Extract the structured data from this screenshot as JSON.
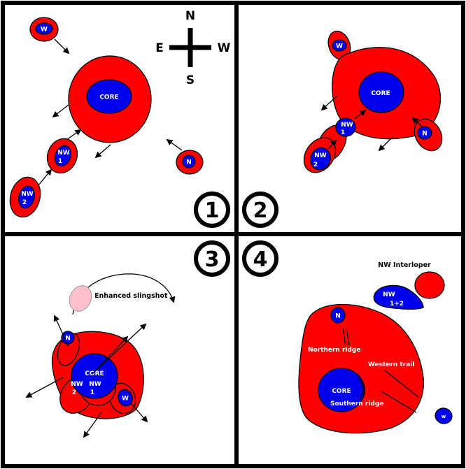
{
  "compass": {
    "north": "N",
    "south": "S",
    "east": "E",
    "west": "W"
  },
  "panels": [
    {
      "number": "1",
      "labels": {
        "core": "CORE",
        "w": "W",
        "n": "N",
        "nw1_line1": "NW",
        "nw1_line2": "1",
        "nw2_line1": "NW",
        "nw2_line2": "2"
      }
    },
    {
      "number": "2",
      "labels": {
        "core": "CORE",
        "w": "W",
        "n": "N",
        "nw1_line1": "NW",
        "nw1_line2": "1",
        "nw2_line1": "NW",
        "nw2_line2": "2"
      }
    },
    {
      "number": "3",
      "labels": {
        "core": "CORE",
        "w": "W",
        "n": "N",
        "nw1_line1": "NW",
        "nw1_line2": "1",
        "nw2_line1": "NW",
        "nw2_line2": "2",
        "slingshot": "Enhanced slingshot"
      }
    },
    {
      "number": "4",
      "labels": {
        "core": "CORE",
        "w": "w",
        "n": "N",
        "nw12_line1": "NW",
        "nw12_line2": "1+2",
        "interloper": "NW Interloper",
        "northern_ridge": "Northern ridge",
        "western_trail": "Western trail",
        "southern_ridge": "Southern ridge"
      }
    }
  ],
  "colors": {
    "halo": "#ff0000",
    "core": "#0000ee",
    "slingshot": "#ffc0cb",
    "border": "#000000"
  }
}
